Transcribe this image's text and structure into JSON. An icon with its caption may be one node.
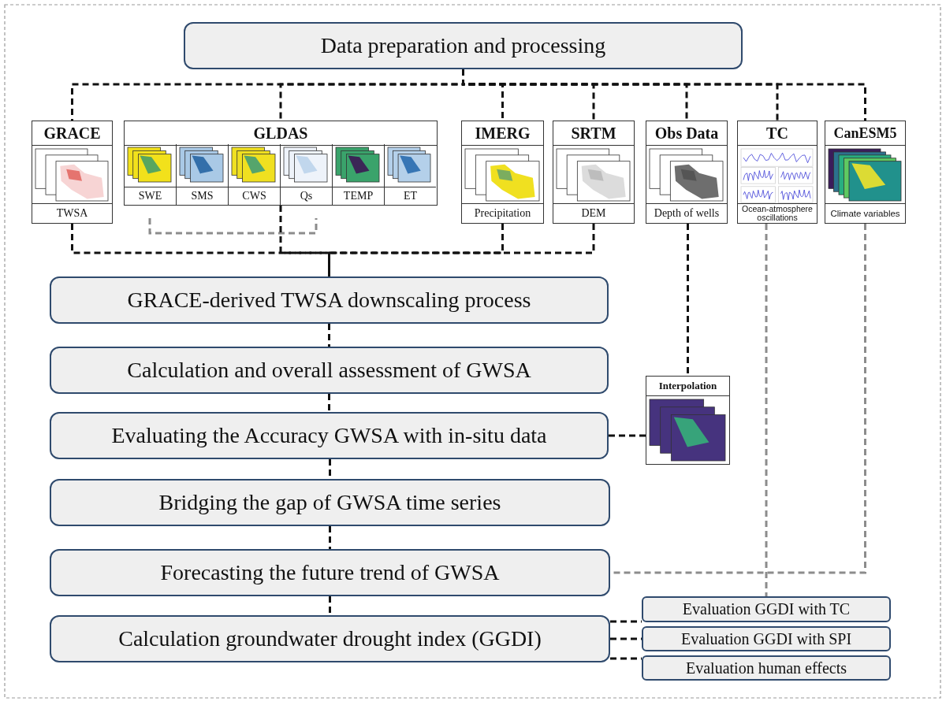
{
  "diagram": {
    "nodes": [
      {
        "text": [
          "Data preparation and processing"
        ]
      },
      {
        "text": [
          "GRACE",
          "TWSA"
        ]
      },
      {
        "text": [
          "GLDAS"
        ]
      },
      {
        "text": [
          "SWE"
        ],
        "in": 2
      },
      {
        "text": [
          "SMS"
        ],
        "in": 2
      },
      {
        "text": [
          "CWS"
        ],
        "in": 2
      },
      {
        "text": [
          "Qs"
        ],
        "in": 2
      },
      {
        "text": [
          "TEMP"
        ],
        "in": 2
      },
      {
        "text": [
          "ET"
        ],
        "in": 2
      },
      {
        "text": [
          "IMERG",
          "Precipitation"
        ]
      },
      {
        "text": [
          "SRTM",
          "DEM"
        ]
      },
      {
        "text": [
          "Obs Data",
          "Depth of wells"
        ]
      },
      {
        "text": [
          "TC",
          "Ocean-atmosphere oscillations"
        ]
      },
      {
        "text": [
          "CanESM5",
          "Climate variables"
        ]
      },
      {
        "text": [
          "GRACE-derived TWSA downscaling process"
        ]
      },
      {
        "text": [
          "Calculation and overall assessment of GWSA"
        ]
      },
      {
        "text": [
          "Evaluating the Accuracy GWSA with in-situ data"
        ]
      },
      {
        "text": [
          "Bridging the gap of GWSA time series"
        ]
      },
      {
        "text": [
          "Forecasting the future trend of GWSA"
        ]
      },
      {
        "text": [
          "Calculation groundwater drought index (GGDI)"
        ]
      },
      {
        "text": [
          "Interpolation"
        ]
      },
      {
        "text": [
          "Evaluation GGDI with TC"
        ]
      },
      {
        "text": [
          "Evaluation GGDI with SPI"
        ]
      },
      {
        "text": [
          "Evaluation human effects"
        ]
      }
    ],
    "edges": [
      {
        "from": 0,
        "to": 1,
        "arrow": "none",
        "style": "dashed"
      },
      {
        "from": 0,
        "to": 2,
        "arrow": "none",
        "style": "dashed"
      },
      {
        "from": 0,
        "to": 9,
        "arrow": "none",
        "style": "dashed"
      },
      {
        "from": 0,
        "to": 10,
        "arrow": "none",
        "style": "dashed"
      },
      {
        "from": 0,
        "to": 11,
        "arrow": "none",
        "style": "dashed"
      },
      {
        "from": 0,
        "to": 12,
        "arrow": "none",
        "style": "dashed"
      },
      {
        "from": 0,
        "to": 13,
        "arrow": "none",
        "style": "dashed"
      },
      {
        "from": 1,
        "to": 14,
        "arrow": "none",
        "style": "dashed"
      },
      {
        "from": 2,
        "to": 14,
        "arrow": "none",
        "style": "dashed"
      },
      {
        "from": 9,
        "to": 14,
        "arrow": "none",
        "style": "dashed"
      },
      {
        "from": 10,
        "to": 14,
        "arrow": "none",
        "style": "dashed"
      },
      {
        "from": 14,
        "to": 15,
        "arrow": "none",
        "style": "dashed"
      },
      {
        "from": 15,
        "to": 16,
        "arrow": "none",
        "style": "dashed"
      },
      {
        "from": 16,
        "to": 17,
        "arrow": "none",
        "style": "dashed"
      },
      {
        "from": 17,
        "to": 18,
        "arrow": "none",
        "style": "dashed"
      },
      {
        "from": 18,
        "to": 19,
        "arrow": "none",
        "style": "dashed"
      },
      {
        "from": 11,
        "to": 20,
        "arrow": "none",
        "style": "dashed"
      },
      {
        "from": 16,
        "to": 20,
        "arrow": "none",
        "style": "dashed"
      },
      {
        "from": 12,
        "to": 21,
        "arrow": "none",
        "style": "dashed",
        "color": "#8c8c8c"
      },
      {
        "from": 13,
        "to": 18,
        "arrow": "none",
        "style": "dashed",
        "color": "#8c8c8c"
      },
      {
        "from": 19,
        "to": 21,
        "arrow": "none",
        "style": "dashed"
      },
      {
        "from": 19,
        "to": 22,
        "arrow": "none",
        "style": "dashed"
      },
      {
        "from": 19,
        "to": 23,
        "arrow": "none",
        "style": "dashed"
      }
    ]
  }
}
